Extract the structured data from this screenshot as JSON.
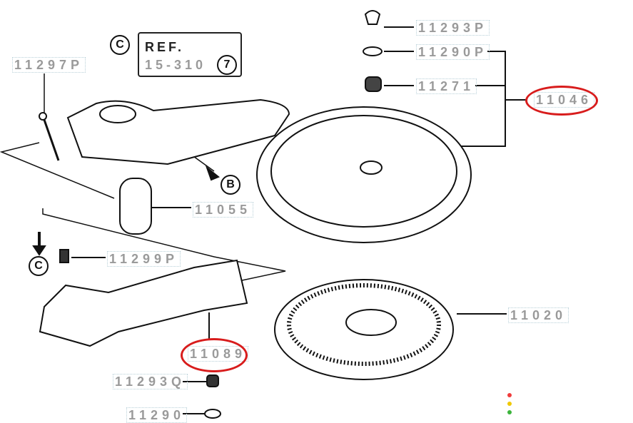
{
  "diagram": {
    "part_numbers": {
      "p11293P": "11293P",
      "p11290P": "11290P",
      "p11271": "11271",
      "p11046": "11046",
      "p11297P": "11297P",
      "p11055": "11055",
      "p11299P": "11299P",
      "p11020": "11020",
      "p11089": "11089",
      "p11293Q": "11293Q",
      "p11290": "11290"
    },
    "reference": {
      "marker": "C",
      "title": "REF.",
      "page": "15-310",
      "item": "7"
    },
    "markers": {
      "b": "B",
      "c": "C"
    },
    "highlight_color": "#d81c1c",
    "status_dots": [
      "#f03c3c",
      "#f0c800",
      "#3cb43c"
    ]
  }
}
